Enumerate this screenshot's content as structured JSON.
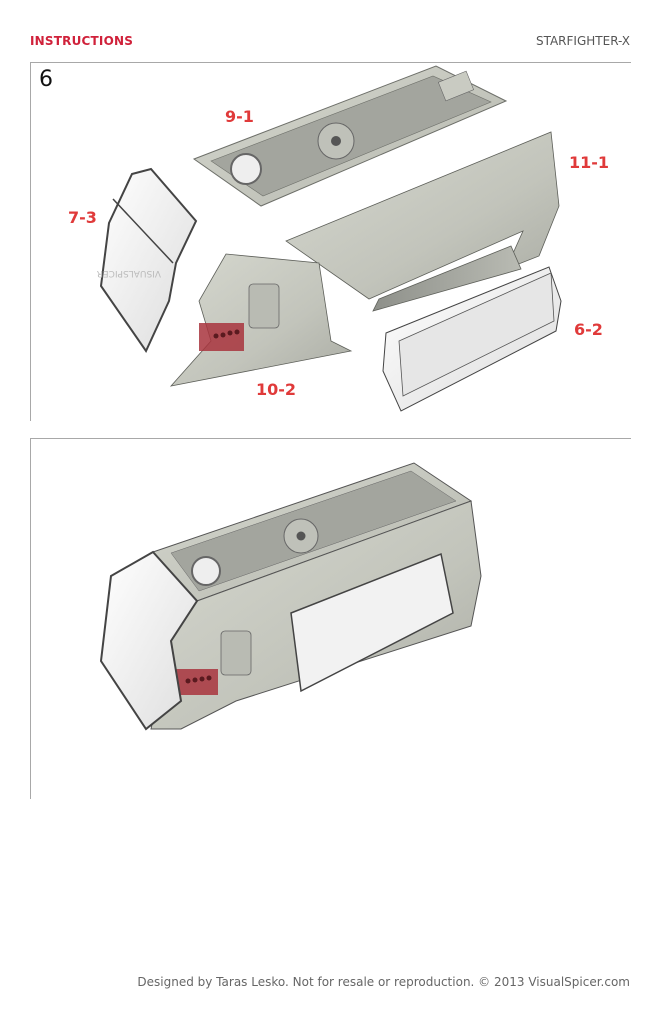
{
  "header": {
    "section": "INSTRUCTIONS",
    "model": "STARFIGHTER-X"
  },
  "step": {
    "number": "6",
    "parts": [
      {
        "id": "9-1"
      },
      {
        "id": "11-1"
      },
      {
        "id": "7-3"
      },
      {
        "id": "10-2"
      },
      {
        "id": "6-2"
      }
    ]
  },
  "footer": {
    "credit": "Designed by Taras Lesko. Not for resale or reproduction. © 2013 VisualSpicer.com"
  },
  "colors": {
    "accent": "#d0213a",
    "label": "#e03a3a",
    "hull": "#c9cbc2",
    "panel_dark": "#9c9e97",
    "stripe": "#a8343d"
  }
}
